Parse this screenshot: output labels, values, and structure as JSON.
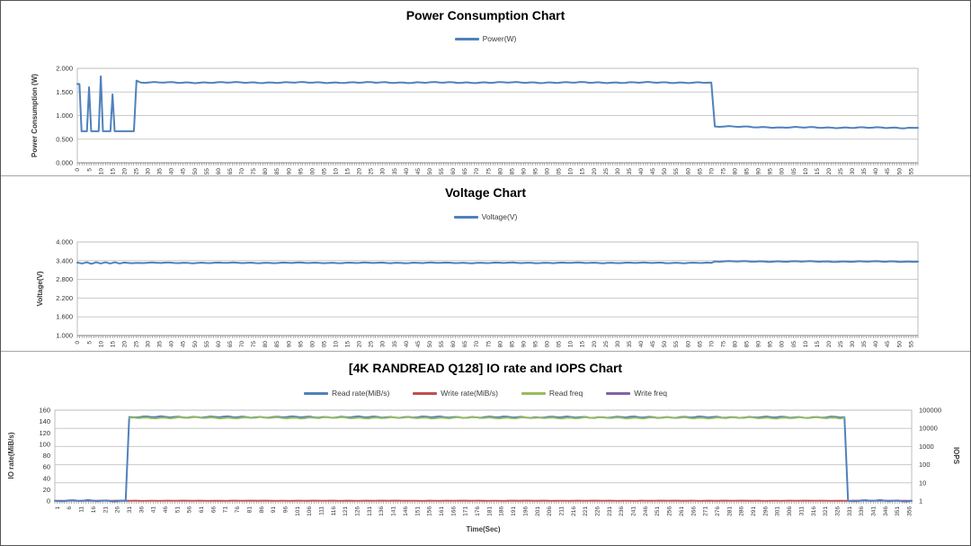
{
  "accent_colors": {
    "series_blue": "#4F81BD",
    "series_red": "#C0504D",
    "series_green": "#9BBB59",
    "series_purple": "#8064A2",
    "gridline": "#c9c9c9",
    "plot_border": "#bdbdbd",
    "axis_line": "#808080"
  },
  "chart_data": [
    {
      "type": "line",
      "title": "Power Consumption Chart",
      "legend": [
        {
          "label": "Power(W)",
          "color": "#4F81BD"
        }
      ],
      "x_axis": {
        "min": 0,
        "max": 358,
        "label_start": 0,
        "label_end": 355,
        "label_step": 5,
        "tick_every": 1,
        "truncate_labels_to_last_2_digits": true,
        "title": ""
      },
      "y_axis": {
        "title": "Power Consumption (W)",
        "min": 0,
        "max": 2,
        "tick_values": [
          0,
          0.5,
          1,
          1.5,
          2
        ],
        "tick_labels": [
          "0.000",
          "0.500",
          "1.000",
          "1.500",
          "2.000"
        ],
        "grid_values": [
          0.5,
          1,
          1.5,
          2
        ]
      },
      "series": [
        {
          "name": "Power(W)",
          "color": "#4F81BD",
          "axis": "left",
          "width": 2,
          "noise": 0.7,
          "points": [
            [
              0,
              1.67
            ],
            [
              0.9,
              1.67
            ],
            [
              1.8,
              0.67
            ],
            [
              4.1,
              0.67
            ],
            [
              5,
              1.6
            ],
            [
              5.9,
              0.67
            ],
            [
              9.1,
              0.67
            ],
            [
              10,
              1.83
            ],
            [
              10.9,
              0.67
            ],
            [
              14.1,
              0.67
            ],
            [
              15,
              1.45
            ],
            [
              15.9,
              0.67
            ],
            [
              24.1,
              0.67
            ],
            [
              25.2,
              1.74
            ],
            [
              27,
              1.7
            ],
            [
              270,
              1.7
            ],
            [
              271.5,
              0.77
            ],
            [
              300,
              0.75
            ],
            [
              358,
              0.74
            ]
          ]
        }
      ]
    },
    {
      "type": "line",
      "title": "Voltage Chart",
      "legend": [
        {
          "label": "Voltage(V)",
          "color": "#4F81BD"
        }
      ],
      "x_axis": {
        "min": 0,
        "max": 358,
        "label_start": 0,
        "label_end": 355,
        "label_step": 5,
        "tick_every": 1,
        "truncate_labels_to_last_2_digits": true,
        "title": ""
      },
      "y_axis": {
        "title": "Voltage(V)",
        "min": 1,
        "max": 4,
        "tick_values": [
          1,
          1.6,
          2.2,
          2.8,
          3.4,
          4
        ],
        "tick_labels": [
          "1.000",
          "1.600",
          "2.200",
          "2.800",
          "3.400",
          "4.000"
        ],
        "grid_values": [
          1.6,
          2.2,
          2.8,
          3.4,
          4
        ]
      },
      "series": [
        {
          "name": "Voltage(V)",
          "color": "#4F81BD",
          "axis": "left",
          "width": 2,
          "noise": 0.5,
          "points": [
            [
              0,
              3.34
            ],
            [
              2,
              3.31
            ],
            [
              4,
              3.35
            ],
            [
              6,
              3.3
            ],
            [
              8,
              3.35
            ],
            [
              10,
              3.31
            ],
            [
              12,
              3.35
            ],
            [
              14,
              3.31
            ],
            [
              16,
              3.35
            ],
            [
              18,
              3.31
            ],
            [
              20,
              3.34
            ],
            [
              23,
              3.32
            ],
            [
              26,
              3.33
            ],
            [
              270,
              3.33
            ],
            [
              271.5,
              3.375
            ],
            [
              358,
              3.37
            ]
          ]
        }
      ]
    },
    {
      "type": "line",
      "title": "[4K RANDREAD Q128] IO rate and IOPS Chart",
      "legend": [
        {
          "label": "Read rate(MiB/s)",
          "color": "#4F81BD"
        },
        {
          "label": "Write rate(MiB/s)",
          "color": "#C0504D"
        },
        {
          "label": "Read freq",
          "color": "#9BBB59"
        },
        {
          "label": "Write freq",
          "color": "#8064A2"
        }
      ],
      "x_axis": {
        "min": 0,
        "max": 357,
        "label_start": 1,
        "label_end": 356,
        "label_step": 5,
        "tick_every": 1,
        "truncate_labels_to_last_2_digits": false,
        "title": "Time(Sec)"
      },
      "y_axis": {
        "title": "IO rate(MiB/s)",
        "min": 0,
        "max": 160,
        "tick_values": [
          0,
          20,
          40,
          60,
          80,
          100,
          120,
          140,
          160
        ],
        "tick_labels": [
          "0",
          "20",
          "40",
          "60",
          "80",
          "100",
          "120",
          "140",
          "160"
        ],
        "grid_values": [
          32,
          64,
          96,
          128,
          160
        ]
      },
      "y_right_axis": {
        "title": "IOPS",
        "log": true,
        "min": 1,
        "max": 100000,
        "tick_values": [
          1,
          10,
          100,
          1000,
          10000,
          100000
        ],
        "tick_labels": [
          "1",
          "10",
          "100",
          "1000",
          "10000",
          "100000"
        ]
      },
      "series": [
        {
          "name": "Write freq",
          "color": "#8064A2",
          "axis": "left",
          "width": 1.4,
          "noise": 0,
          "points": [
            [
              0,
              0.2
            ],
            [
              357,
              0.2
            ]
          ]
        },
        {
          "name": "Write rate(MiB/s)",
          "color": "#C0504D",
          "axis": "left",
          "width": 1.8,
          "noise": 0.15,
          "points": [
            [
              0,
              0.6
            ],
            [
              357,
              0.6
            ]
          ]
        },
        {
          "name": "Read rate(MiB/s)",
          "color": "#4F81BD",
          "axis": "left",
          "width": 2,
          "noise": 0.9,
          "points": [
            [
              0,
              0.4
            ],
            [
              29.5,
              0.4
            ],
            [
              31,
              148
            ],
            [
              200,
              147.6
            ],
            [
              329,
              147.5
            ],
            [
              330.5,
              0.4
            ],
            [
              357,
              0.4
            ]
          ]
        },
        {
          "name": "Read freq",
          "color": "#9BBB59",
          "axis": "right",
          "width": 1.8,
          "noise": 0.9,
          "points": [
            [
              31,
              37889
            ],
            [
              200,
              37700
            ],
            [
              329,
              37600
            ]
          ]
        }
      ]
    }
  ]
}
